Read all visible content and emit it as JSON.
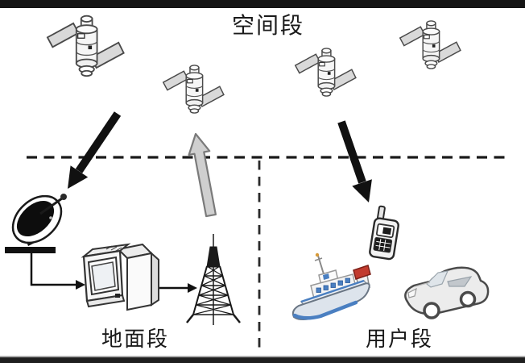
{
  "segments": {
    "space": {
      "label": "空间段"
    },
    "ground": {
      "label": "地面段"
    },
    "user": {
      "label": "用户段"
    }
  },
  "icons": {
    "space": [
      "satellite-icon",
      "satellite-icon",
      "satellite-icon",
      "satellite-icon"
    ],
    "ground": [
      "dish-antenna-icon",
      "computer-icon",
      "lattice-tower-icon"
    ],
    "user": [
      "handheld-receiver-icon",
      "ship-icon",
      "car-icon"
    ]
  },
  "links": {
    "downlink_to_ground": "black-arrow-down-left",
    "uplink_from_ground": "gray-arrow-up",
    "downlink_to_user": "black-arrow-down-right",
    "boundary_horizontal": "dashed-line",
    "boundary_vertical": "dashed-line"
  },
  "colors": {
    "ink": "#1a1a1a",
    "arrow_black": "#111111",
    "arrow_gray_fill": "#cfcfcf",
    "arrow_gray_stroke": "#7a7a7a",
    "ship_blue": "#4a7fc1",
    "ship_red": "#c23b2e",
    "car_gray": "#ececec"
  }
}
